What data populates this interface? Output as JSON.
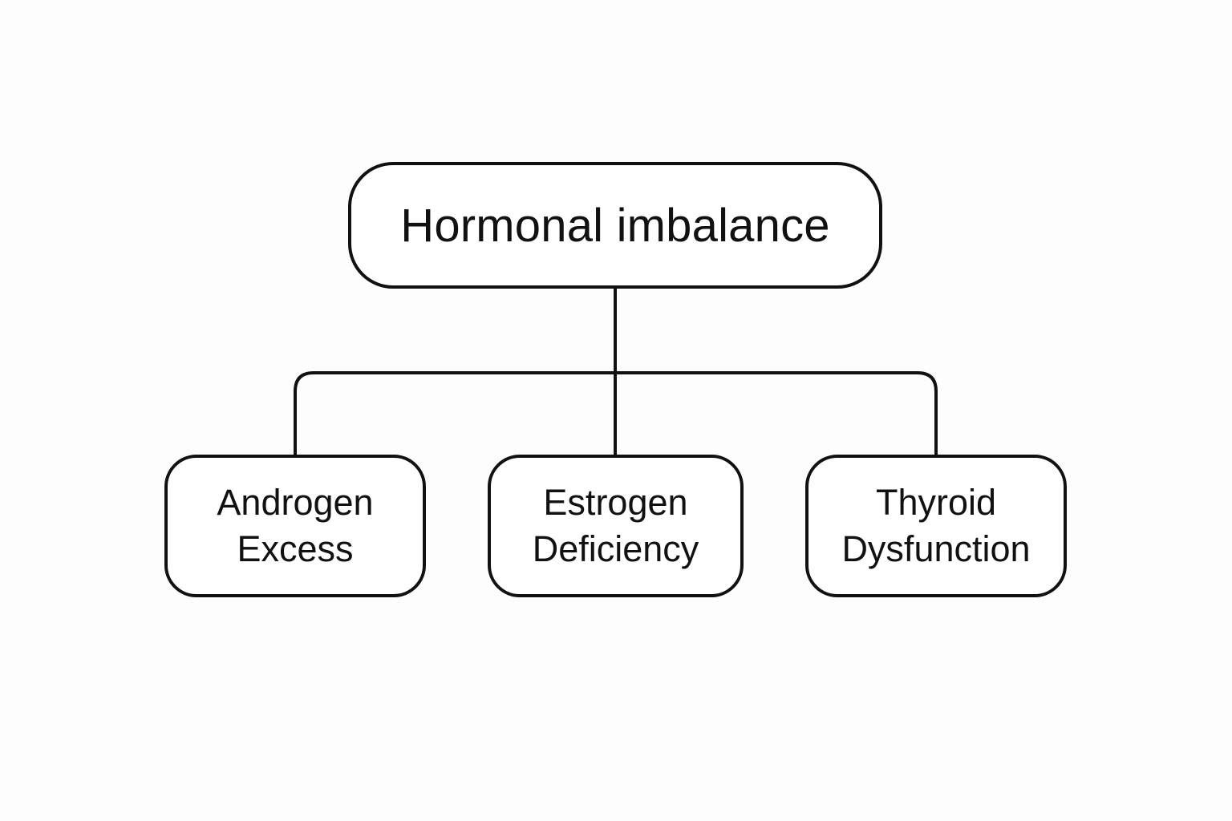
{
  "diagram": {
    "root": {
      "label": "Hormonal imbalance"
    },
    "children": [
      {
        "line1": "Androgen",
        "line2": "Excess"
      },
      {
        "line1": "Estrogen",
        "line2": "Deficiency"
      },
      {
        "line1": "Thyroid",
        "line2": "Dysfunction"
      }
    ],
    "colors": {
      "stroke": "#111111",
      "background": "#fdfdfd",
      "node_fill": "#ffffff",
      "text": "#111111"
    }
  }
}
